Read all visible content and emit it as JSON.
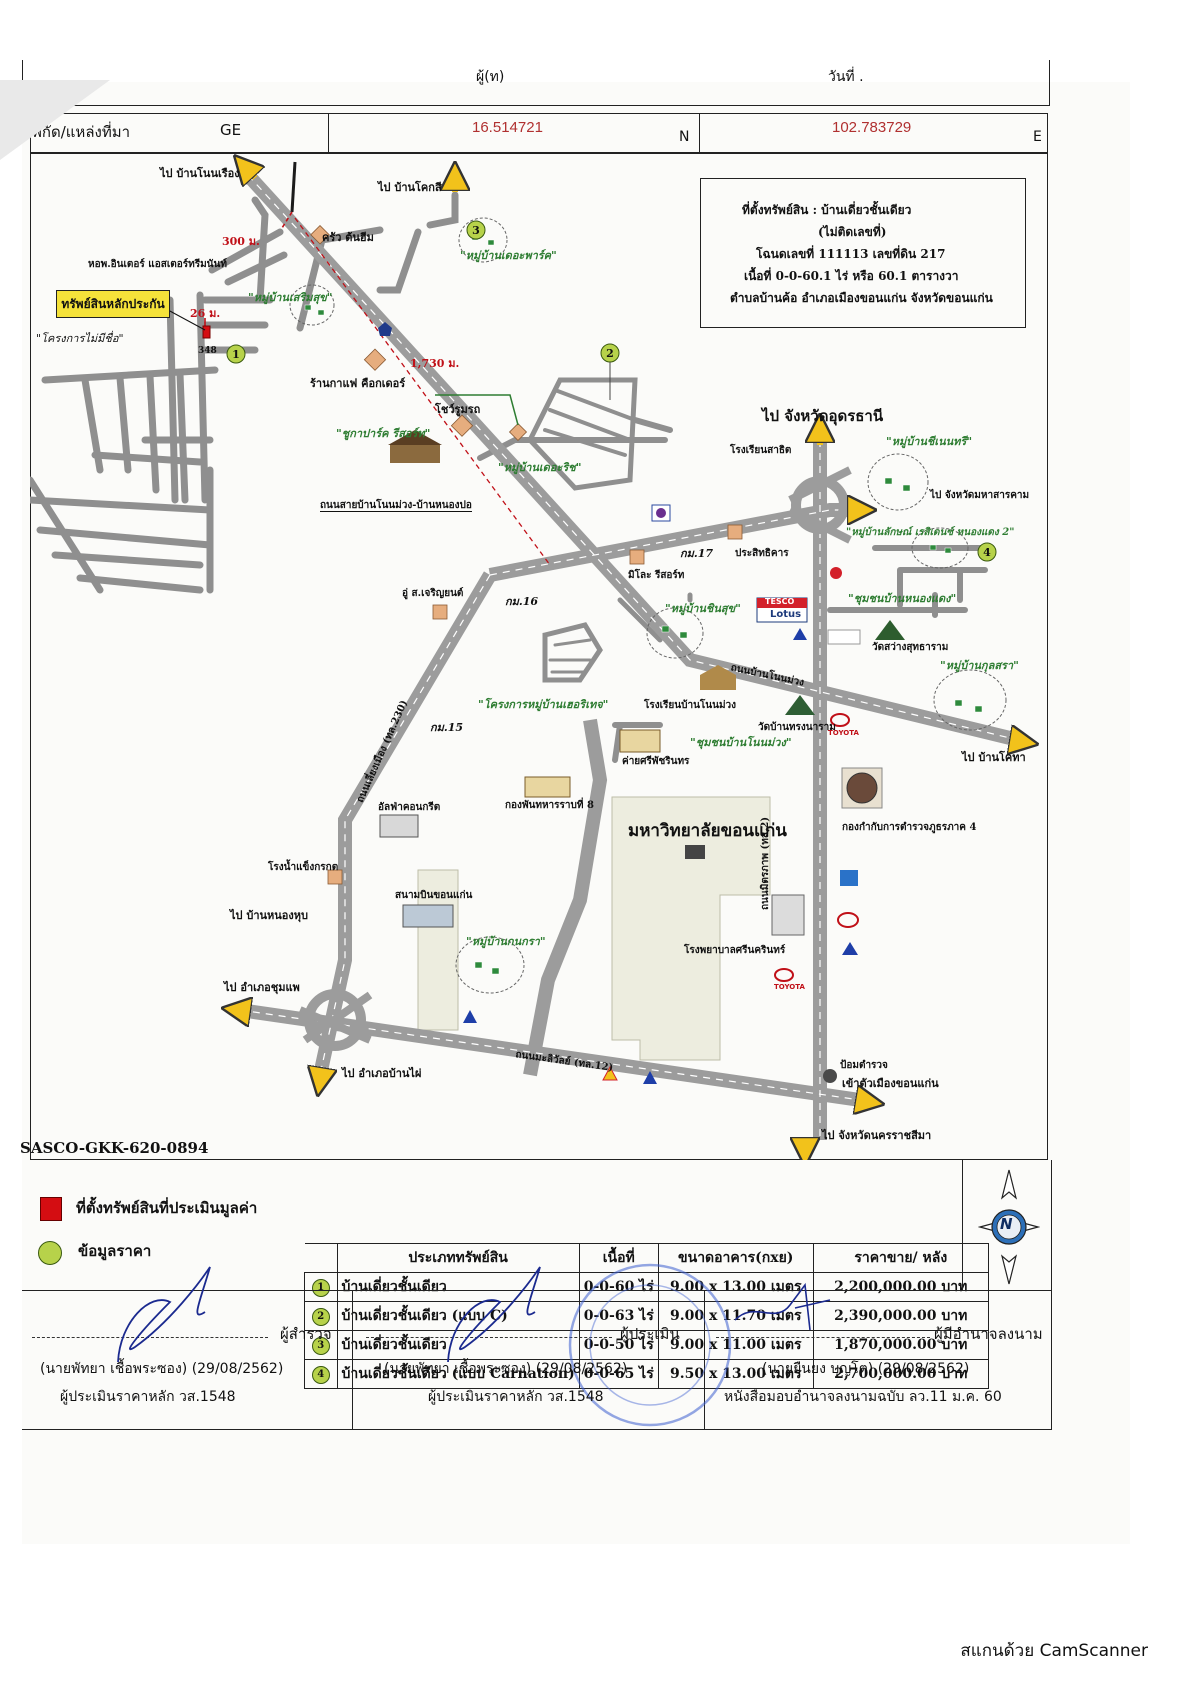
{
  "header": {
    "top_left_partial": "ผู้(ท) ",
    "top_right_partial": "วันที่ .",
    "source_label": "พิกัด/แหล่งที่มา",
    "source_value": "GE",
    "lat": "16.514721",
    "lat_dir": "N",
    "lon": "102.783729",
    "lon_dir": "E"
  },
  "info_box": {
    "line1": "ที่ตั้งทรัพย์สิน : บ้านเดี่ยวชั้นเดียว",
    "line2": "(ไม่ติดเลขที่)",
    "line3": "โฉนดเลขที่ 111113 เลขที่ดิน 217",
    "line4": "เนื้อที่ 0-0-60.1 ไร่ หรือ 60.1 ตารางวา",
    "line5": "ตำบลบ้านค้อ อำเภอเมืองขอนแก่น จังหวัดขอนแก่น"
  },
  "map": {
    "collateral_label": "ทรัพย์สินหลักประกัน",
    "d_300": "300 ม.",
    "d_26": "26 ม.",
    "d_1730": "1,730 ม.",
    "no_348": "348",
    "labels": {
      "to_ban_non_rueang": "ไป บ้านโนนเรือง",
      "to_ban_khok_si": "ไป บ้านโคกสี",
      "to_udon": "ไป จังหวัดอุดรธานี",
      "to_maha_sarakham": "ไป จังหวัดมหาสารคาม",
      "to_ban_khotha": "ไป บ้านโคทา",
      "to_ban_nong_hup": "ไป บ้านหนองหุบ",
      "to_chum_phae": "ไป อำเภอชุมแพ",
      "to_ban_phai": "ไป อำเภอบ้านไผ่",
      "to_city": "เข้าตัวเมืองขอนแก่น",
      "to_korat": "ไป จังหวัดนครราชสีมา",
      "dorm": "หอพ.อินเตอร์ แอสเตอร์ทรีมนันท์",
      "krua": "ครัว ต้นฮีม",
      "proj_no_name": "\"โครงการไม่มีชื่อ\"",
      "mu_ban_roemsuk": "\"หมู่บ้านเสริมสุข\"",
      "mu_ban_the_park": "\"หมู่บ้านเดอะพาร์ค\"",
      "cafe": "ร้านกาแฟ คือกเดอร์",
      "showroom": "โชว์รูมรถ",
      "chalet": "\"ชูกาปาร์ค รีสอร์ท\"",
      "mu_ban_the_rich": "\"หมู่บ้านเดอะริช\"",
      "road_non_muang": "ถนนสายบ้านโนนม่วง-บ้านหนองปอ",
      "school_pibul": "โรงเรียนสาธิต",
      "mu_ban_chiang_tree": "\"หมู่บ้านชีเนนทรี\"",
      "mu_ban_lake_view": "\"หมู่บ้านลักษณ์ เรสิเดนซ์ หนองแดง 2\"",
      "km17": "กม.17",
      "prasitikan": "ประสิทธิคาร",
      "milano": "มิโละ รีสอร์ท",
      "garage": "อู่ ส.เจริญยนต์",
      "km16": "กม.16",
      "mu_ban_chinsuk": "\"หมู่บ้านชินสุข\"",
      "tesco": "TESCO",
      "lotus": "Lotus",
      "community_nong_daeng": "\"ชุมชนบ้านหนองแดง\"",
      "temple_sawang": "วัดสว่างสุทธาราม",
      "mu_ban_kulsara": "\"หมู่บ้านกุลสรา\"",
      "road_non_muang2": "ถนนบ้านโนนม่วง",
      "project_heritage": "\"โครงการหมู่บ้านเฮอริเทจ\"",
      "school_non_muang": "โรงเรียนบ้านโนนม่วง",
      "temple_non_muang": "วัดบ้านทรงนาราม",
      "community_non_muang": "\"ชุมชนบ้านโนนม่วง\"",
      "km15": "กม.15",
      "camp": "ค่ายศรีพัชรินทร",
      "toyota": "TOYOTA",
      "regiment": "กองพันทหารราบที่ 8",
      "police": "กองกำกับการตำรวจภูธรภาค 4",
      "kku": "มหาวิทยาลัยขอนแก่น",
      "concrete": "อัลฟ่าคอนกรีต",
      "ice": "โรงน้ำแข็งกรกต",
      "airport": "สนามบินขอนแก่น",
      "mu_ban_kankanra": "\"หมู่บ้านกนกรา\"",
      "hospital": "โรงพยาบาลศรีนครินทร์",
      "police_box": "ป้อมตำรวจ",
      "road_mittraphap": "ถนนมิตรภาพ (ทล.2)",
      "road_maliwan": "ถนนมะลิวัลย์ (ทล.12)",
      "road_west": "ถนนเลี่ยงเมือง (ทล.230)"
    }
  },
  "legend": {
    "code": "SASCO-GKK-620-0894",
    "red_label": "ที่ตั้งทรัพย์สินที่ประเมินมูลค่า",
    "green_label": "ข้อมูลราคา",
    "colors": {
      "red": "#d40d12",
      "green": "#b7d24a",
      "yellow": "#f5e23a"
    }
  },
  "table": {
    "headers": [
      "ประเภททรัพย์สิน",
      "เนื้อที่",
      "ขนาดอาคาร(กxย)",
      "ราคาขาย/ หลัง"
    ],
    "rows": [
      {
        "n": "1",
        "type": "บ้านเดี่ยวชั้นเดียว",
        "area": "0-0-60 ไร่",
        "size": "9.00 x 13.00 เมตร",
        "price": "2,200,000.00 บาท"
      },
      {
        "n": "2",
        "type": "บ้านเดี่ยวชั้นเดียว (แบบ C)",
        "area": "0-0-63 ไร่",
        "size": "9.00 x 11.70 เมตร",
        "price": "2,390,000.00 บาท"
      },
      {
        "n": "3",
        "type": "บ้านเดี่ยวชั้นเดียว",
        "area": "0-0-50 ไร่",
        "size": "9.00 x 11.00 เมตร",
        "price": "1,870,000.00 บาท"
      },
      {
        "n": "4",
        "type": "บ้านเดี่ยวชั้นเดียว (แบบ Carnation)",
        "area": "0-0-65 ไร่",
        "size": "9.50 x 13.00 เมตร",
        "price": "2,700,000.00 บาท"
      }
    ]
  },
  "compass": {
    "letter": "N"
  },
  "signatures": {
    "s1_role": "ผู้สำรวจ",
    "s1_name": "(นายพัทยา  เชื้อพระซอง)  (29/08/2562)",
    "s1_title": "ผู้ประเมินราคาหลัก วส.1548",
    "s2_role": "ผู้ประเมิน",
    "s2_name": "(นายพัทยา  เชื้อพระซอง)  (29/08/2562)",
    "s2_title": "ผู้ประเมินราคาหลัก วส.1548",
    "s3_role": "ผู้มีอำนาจลงนาม",
    "s3_name": "(นายยืนยง  บุญโต)  (29/08/2562)",
    "s3_title": "หนังสือมอบอำนาจลงนามฉบับ ลว.11 ม.ค. 60"
  },
  "watermark": "สแกนด้วย CamScanner"
}
